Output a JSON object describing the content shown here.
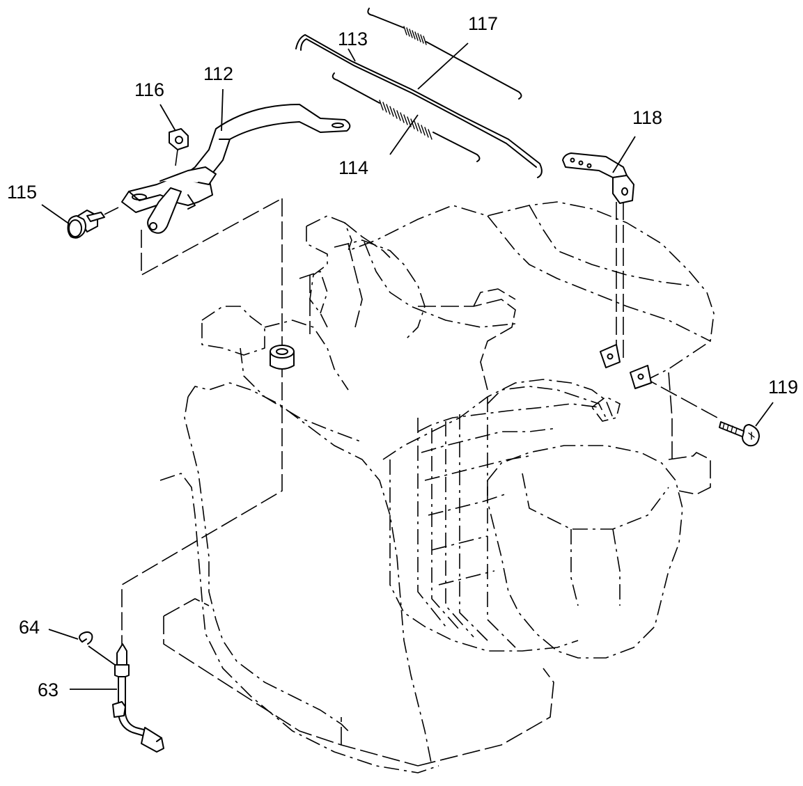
{
  "diagram": {
    "labels": {
      "p63": "63",
      "p64": "64",
      "p112": "112",
      "p113": "113",
      "p114": "114",
      "p115": "115",
      "p116": "116",
      "p117": "117",
      "p118": "118",
      "p119": "119"
    }
  }
}
